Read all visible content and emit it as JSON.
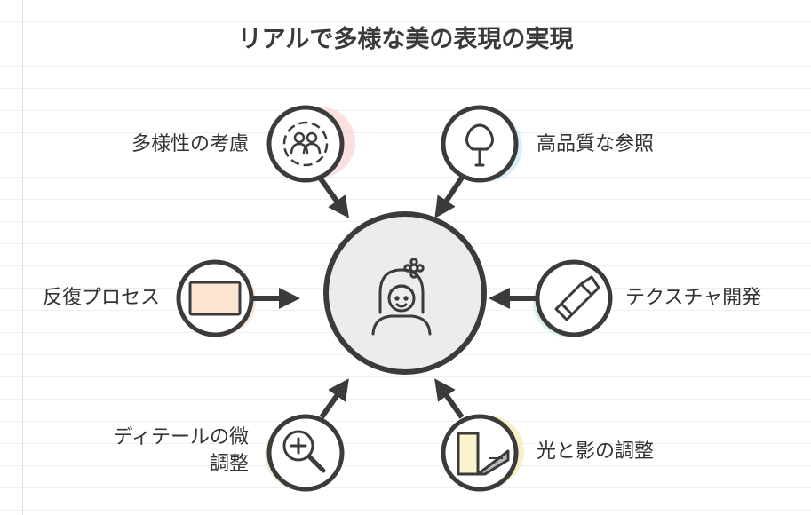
{
  "title": "リアルで多様な美の表現の実現",
  "center": {
    "icon": "woman-with-flower-icon"
  },
  "nodes": [
    {
      "id": "diversity",
      "label": "多様性の考慮",
      "icon": "people-group-icon",
      "color": "#f7c6c6"
    },
    {
      "id": "quality",
      "label": "高品質な参照",
      "icon": "cotton-swab-icon",
      "color": "#c7e8f7"
    },
    {
      "id": "iteration",
      "label": "反復プロセス",
      "icon": "rectangle-frame-icon",
      "color": "#fbd9bd"
    },
    {
      "id": "texture",
      "label": "テクスチャ開発",
      "icon": "lipstick-icon",
      "color": "#c9ecd9"
    },
    {
      "id": "detail",
      "label_line1": "ディテールの微",
      "label_line2": "調整",
      "icon": "magnifier-plus-icon",
      "color": "#e4f1c4"
    },
    {
      "id": "lighting",
      "label": "光と影の調整",
      "icon": "cube-shadow-icon",
      "color": "#f6ecb6"
    }
  ]
}
